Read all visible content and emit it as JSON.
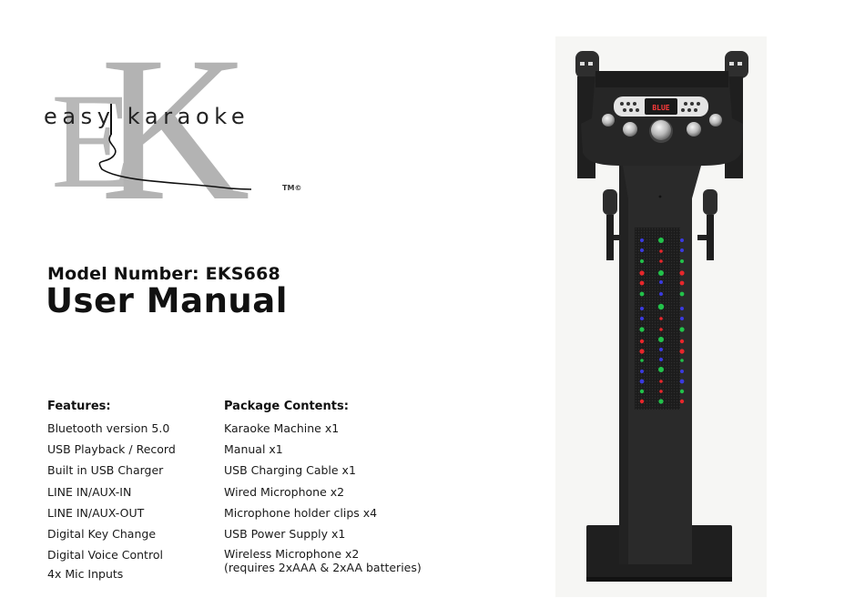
{
  "logo": {
    "brand_letters": [
      "E",
      "K"
    ],
    "wordmark": "easy karaoke",
    "trademark": "TM©"
  },
  "header": {
    "model_number": "Model Number: EKS668",
    "title": "User Manual"
  },
  "features": {
    "heading": "Features:",
    "items": [
      "Bluetooth version 5.0",
      "USB Playback / Record",
      "Built in USB Charger",
      "LINE IN/AUX-IN",
      "LINE IN/AUX-OUT",
      "Digital Key Change",
      "Digital Voice Control",
      "4x Mic Inputs"
    ]
  },
  "package": {
    "heading": "Package Contents:",
    "items": [
      "Karaoke Machine x1",
      "Manual x1",
      "USB Charging Cable x1",
      "Wired Microphone x2",
      "Microphone holder clips x4",
      "USB Power Supply x1",
      "Wireless Microphone x2"
    ],
    "note": "(requires 2xAAA & 2xAA batteries)"
  },
  "product_image": {
    "description": "EKS668 karaoke machine on pedestal stand with LED light column",
    "display_text": "BLUE",
    "led_colors": {
      "red": "#e8262b",
      "green": "#22c24a",
      "blue": "#3a3ae0"
    }
  }
}
